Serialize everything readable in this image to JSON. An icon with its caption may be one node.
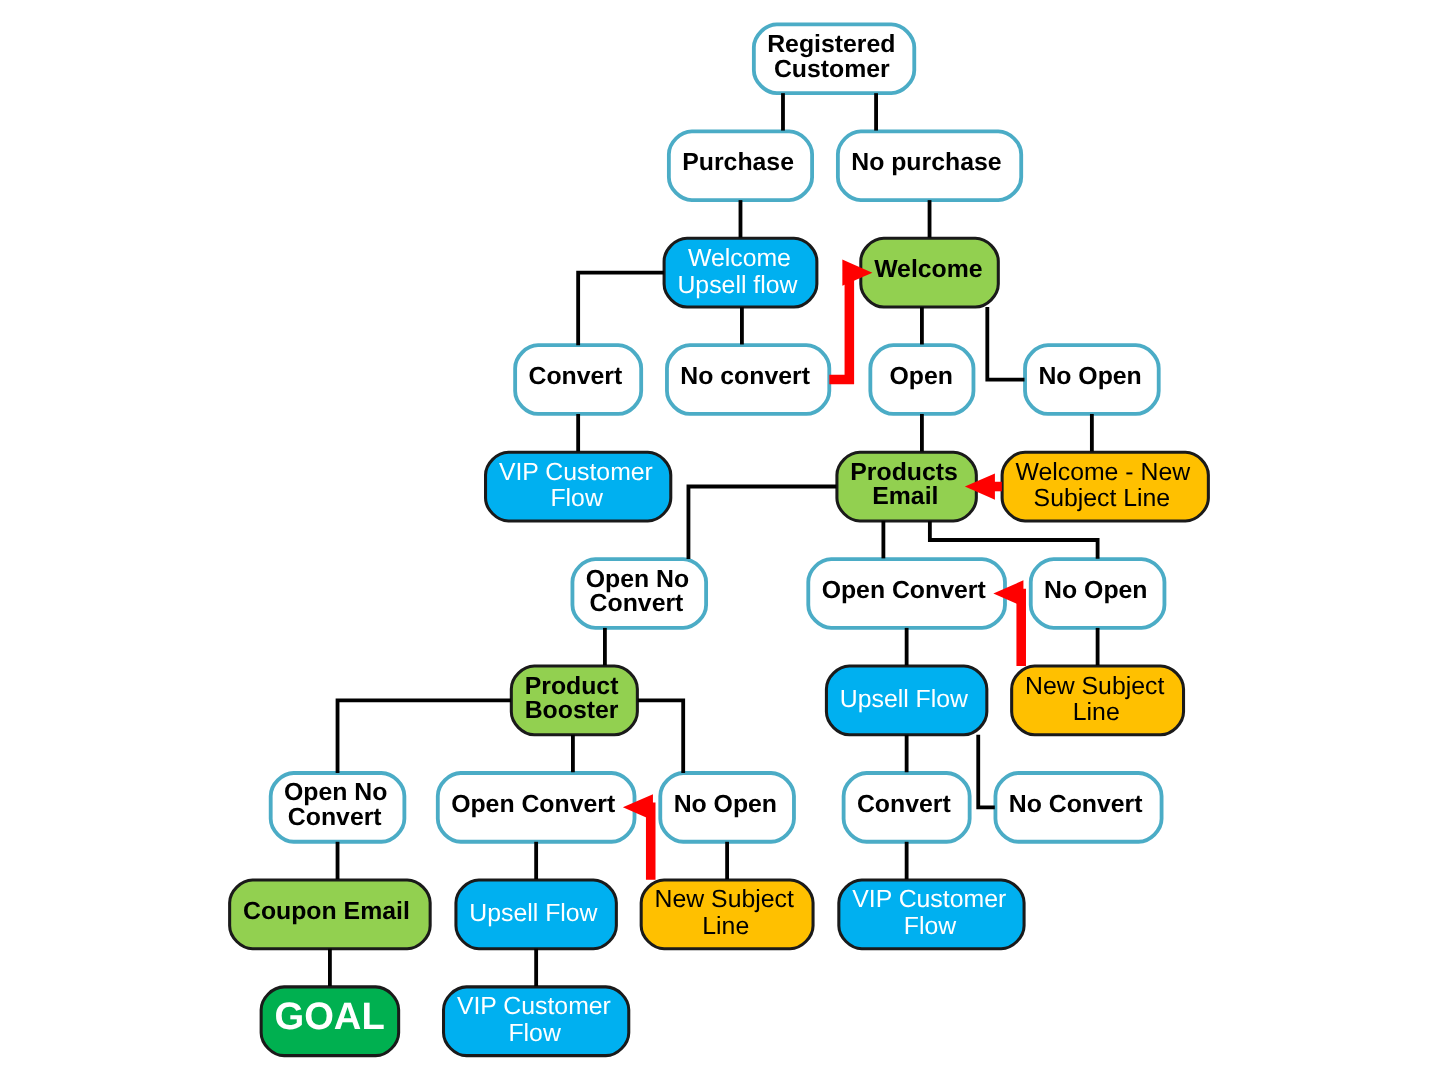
{
  "diagram": {
    "nodes": [
      {
        "text": [
          "Registered Customer"
        ]
      },
      {
        "text": [
          "Purchase"
        ]
      },
      {
        "text": [
          "No purchase"
        ]
      },
      {
        "text": [
          "Welcome Upsell flow"
        ]
      },
      {
        "text": [
          "Welcome"
        ]
      },
      {
        "text": [
          "Convert"
        ]
      },
      {
        "text": [
          "No convert"
        ]
      },
      {
        "text": [
          "Open"
        ]
      },
      {
        "text": [
          "No Open"
        ]
      },
      {
        "text": [
          "VIP Customer Flow"
        ]
      },
      {
        "text": [
          "Products Email"
        ]
      },
      {
        "text": [
          "Welcome - New Subject Line"
        ]
      },
      {
        "text": [
          "Open No Convert"
        ]
      },
      {
        "text": [
          "Open Convert"
        ]
      },
      {
        "text": [
          "No Open"
        ]
      },
      {
        "text": [
          "Product Booster"
        ]
      },
      {
        "text": [
          "Upsell Flow"
        ]
      },
      {
        "text": [
          "New Subject Line"
        ]
      },
      {
        "text": [
          "Open No Convert"
        ]
      },
      {
        "text": [
          "Open Convert"
        ]
      },
      {
        "text": [
          "No Open"
        ]
      },
      {
        "text": [
          "Convert"
        ]
      },
      {
        "text": [
          "No Convert"
        ]
      },
      {
        "text": [
          "Coupon Email"
        ]
      },
      {
        "text": [
          "Upsell Flow"
        ]
      },
      {
        "text": [
          "New Subject Line"
        ]
      },
      {
        "text": [
          "VIP Customer Flow"
        ]
      },
      {
        "text": [
          "GOAL"
        ]
      },
      {
        "text": [
          "VIP Customer Flow"
        ]
      }
    ],
    "edges": [
      {
        "from": 0,
        "to": 1,
        "arrow": "none"
      },
      {
        "from": 0,
        "to": 2,
        "arrow": "none"
      },
      {
        "from": 1,
        "to": 3,
        "arrow": "none"
      },
      {
        "from": 2,
        "to": 4,
        "arrow": "none"
      },
      {
        "from": 3,
        "to": 5,
        "arrow": "none"
      },
      {
        "from": 3,
        "to": 6,
        "arrow": "none"
      },
      {
        "from": 4,
        "to": 7,
        "arrow": "none"
      },
      {
        "from": 4,
        "to": 8,
        "arrow": "none"
      },
      {
        "from": 5,
        "to": 9,
        "arrow": "none"
      },
      {
        "from": 7,
        "to": 10,
        "arrow": "none"
      },
      {
        "from": 8,
        "to": 11,
        "arrow": "none"
      },
      {
        "from": 10,
        "to": 12,
        "arrow": "none"
      },
      {
        "from": 10,
        "to": 13,
        "arrow": "none"
      },
      {
        "from": 10,
        "to": 14,
        "arrow": "none"
      },
      {
        "from": 12,
        "to": 15,
        "arrow": "none"
      },
      {
        "from": 13,
        "to": 16,
        "arrow": "none"
      },
      {
        "from": 14,
        "to": 17,
        "arrow": "none"
      },
      {
        "from": 15,
        "to": 18,
        "arrow": "none"
      },
      {
        "from": 15,
        "to": 19,
        "arrow": "none"
      },
      {
        "from": 15,
        "to": 20,
        "arrow": "none"
      },
      {
        "from": 16,
        "to": 21,
        "arrow": "none"
      },
      {
        "from": 16,
        "to": 22,
        "arrow": "none"
      },
      {
        "from": 18,
        "to": 23,
        "arrow": "none"
      },
      {
        "from": 19,
        "to": 24,
        "arrow": "none"
      },
      {
        "from": 20,
        "to": 25,
        "arrow": "none"
      },
      {
        "from": 21,
        "to": 26,
        "arrow": "none"
      },
      {
        "from": 23,
        "to": 27,
        "arrow": "none"
      },
      {
        "from": 24,
        "to": 28,
        "arrow": "none"
      },
      {
        "from": 6,
        "to": 4,
        "arrow": "to",
        "style": "thick",
        "color": "#ff0000"
      },
      {
        "from": 11,
        "to": 10,
        "arrow": "to",
        "style": "thick",
        "color": "#ff0000"
      },
      {
        "from": 17,
        "to": 13,
        "arrow": "to",
        "style": "thick",
        "color": "#ff0000"
      },
      {
        "from": 25,
        "to": 19,
        "arrow": "to",
        "style": "thick",
        "color": "#ff0000"
      }
    ]
  }
}
